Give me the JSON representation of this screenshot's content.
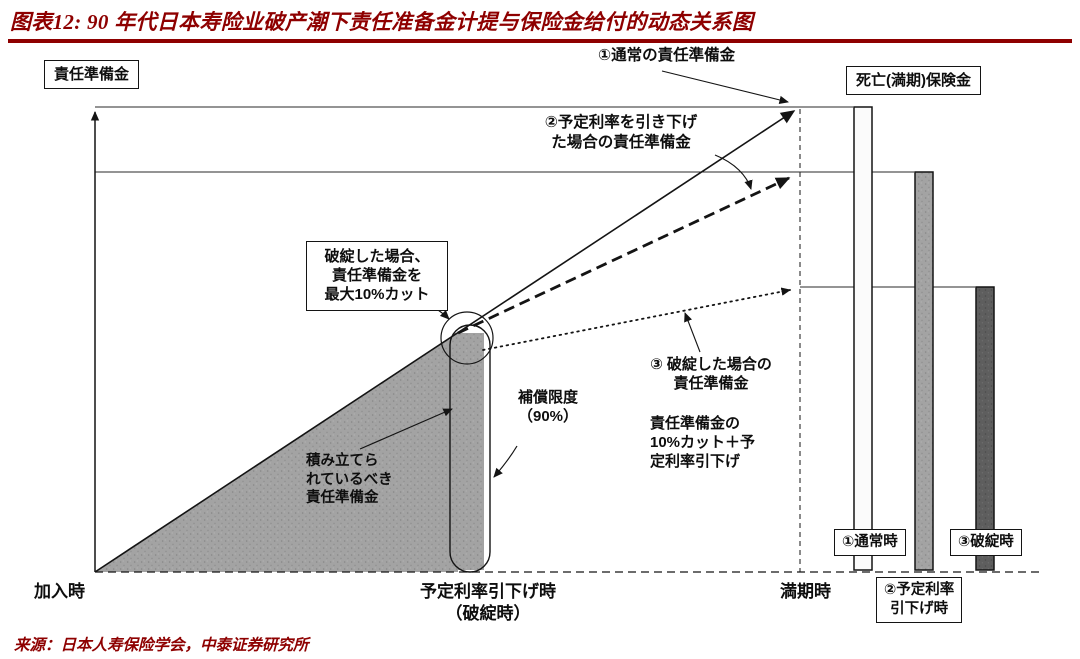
{
  "header": {
    "title": "图表12: 90 年代日本寿险业破产潮下责任准备金计提与保险金给付的动态关系图"
  },
  "colors": {
    "accent": "#8E0000",
    "reserve_area_gray": "#a3a3a3",
    "bar_normal": "#fbfbfb",
    "bar_rate_cut": "#9a9a9a",
    "bar_bankrupt": "#5e5e5e"
  },
  "diagram": {
    "axis_box_left": "責任準備金",
    "axis_box_right": "死亡(満期)保険金",
    "annotations": {
      "normal_reserve": "①通常の責任準備金",
      "rate_cut_reserve": "②予定利率を引き下げ\nた場合の責任準備金",
      "bankrupt_cut_box": "破綻した場合、\n責任準備金を\n最大10%カット",
      "compensation_limit": "補償限度\n（90%）",
      "accumulated_reserve": "積み立てら\nれているべき\n責任準備金",
      "bankrupt_reserve_title": "③ 破綻した場合の\n責任準備金",
      "bankrupt_reserve_detail": "責任準備金の\n10%カット＋予\n定利率引下げ"
    },
    "x_axis_labels": {
      "join": "加入時",
      "rate_cut": "予定利率引下げ時\n（破綻時）",
      "maturity": "満期時"
    },
    "scenario_tags": {
      "normal": "①通常時",
      "rate_cut": "②予定利率\n引下げ時",
      "bankrupt": "③破綻時"
    }
  },
  "footer": {
    "source": "来源：日本人寿保险学会，中泰证券研究所"
  }
}
